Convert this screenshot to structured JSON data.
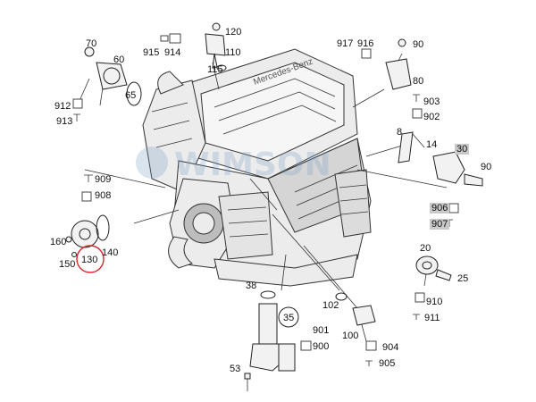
{
  "engine": {
    "brand_text": "Mercedes-Benz"
  },
  "watermark": {
    "text": "WIMSON"
  },
  "highlight_color": "#d8252b",
  "callouts": {
    "c70": "70",
    "c60": "60",
    "c65": "65",
    "c912": "912",
    "c913": "913",
    "c120": "120",
    "c915": "915",
    "c914": "914",
    "c110": "110",
    "c115": "115",
    "c917": "917",
    "c916": "916",
    "c90a": "90",
    "c80": "80",
    "c903": "903",
    "c902": "902",
    "c8": "8",
    "c14": "14",
    "c30": "30",
    "c90b": "90",
    "c906": "906",
    "c907": "907",
    "c909": "909",
    "c908": "908",
    "c160": "160",
    "c140": "140",
    "c150": "150",
    "c130": "130",
    "c20": "20",
    "c25": "25",
    "c910": "910",
    "c911": "911",
    "c38": "38",
    "c35": "35",
    "c102": "102",
    "c901": "901",
    "c900": "900",
    "c100": "100",
    "c904": "904",
    "c905": "905",
    "c53": "53"
  }
}
